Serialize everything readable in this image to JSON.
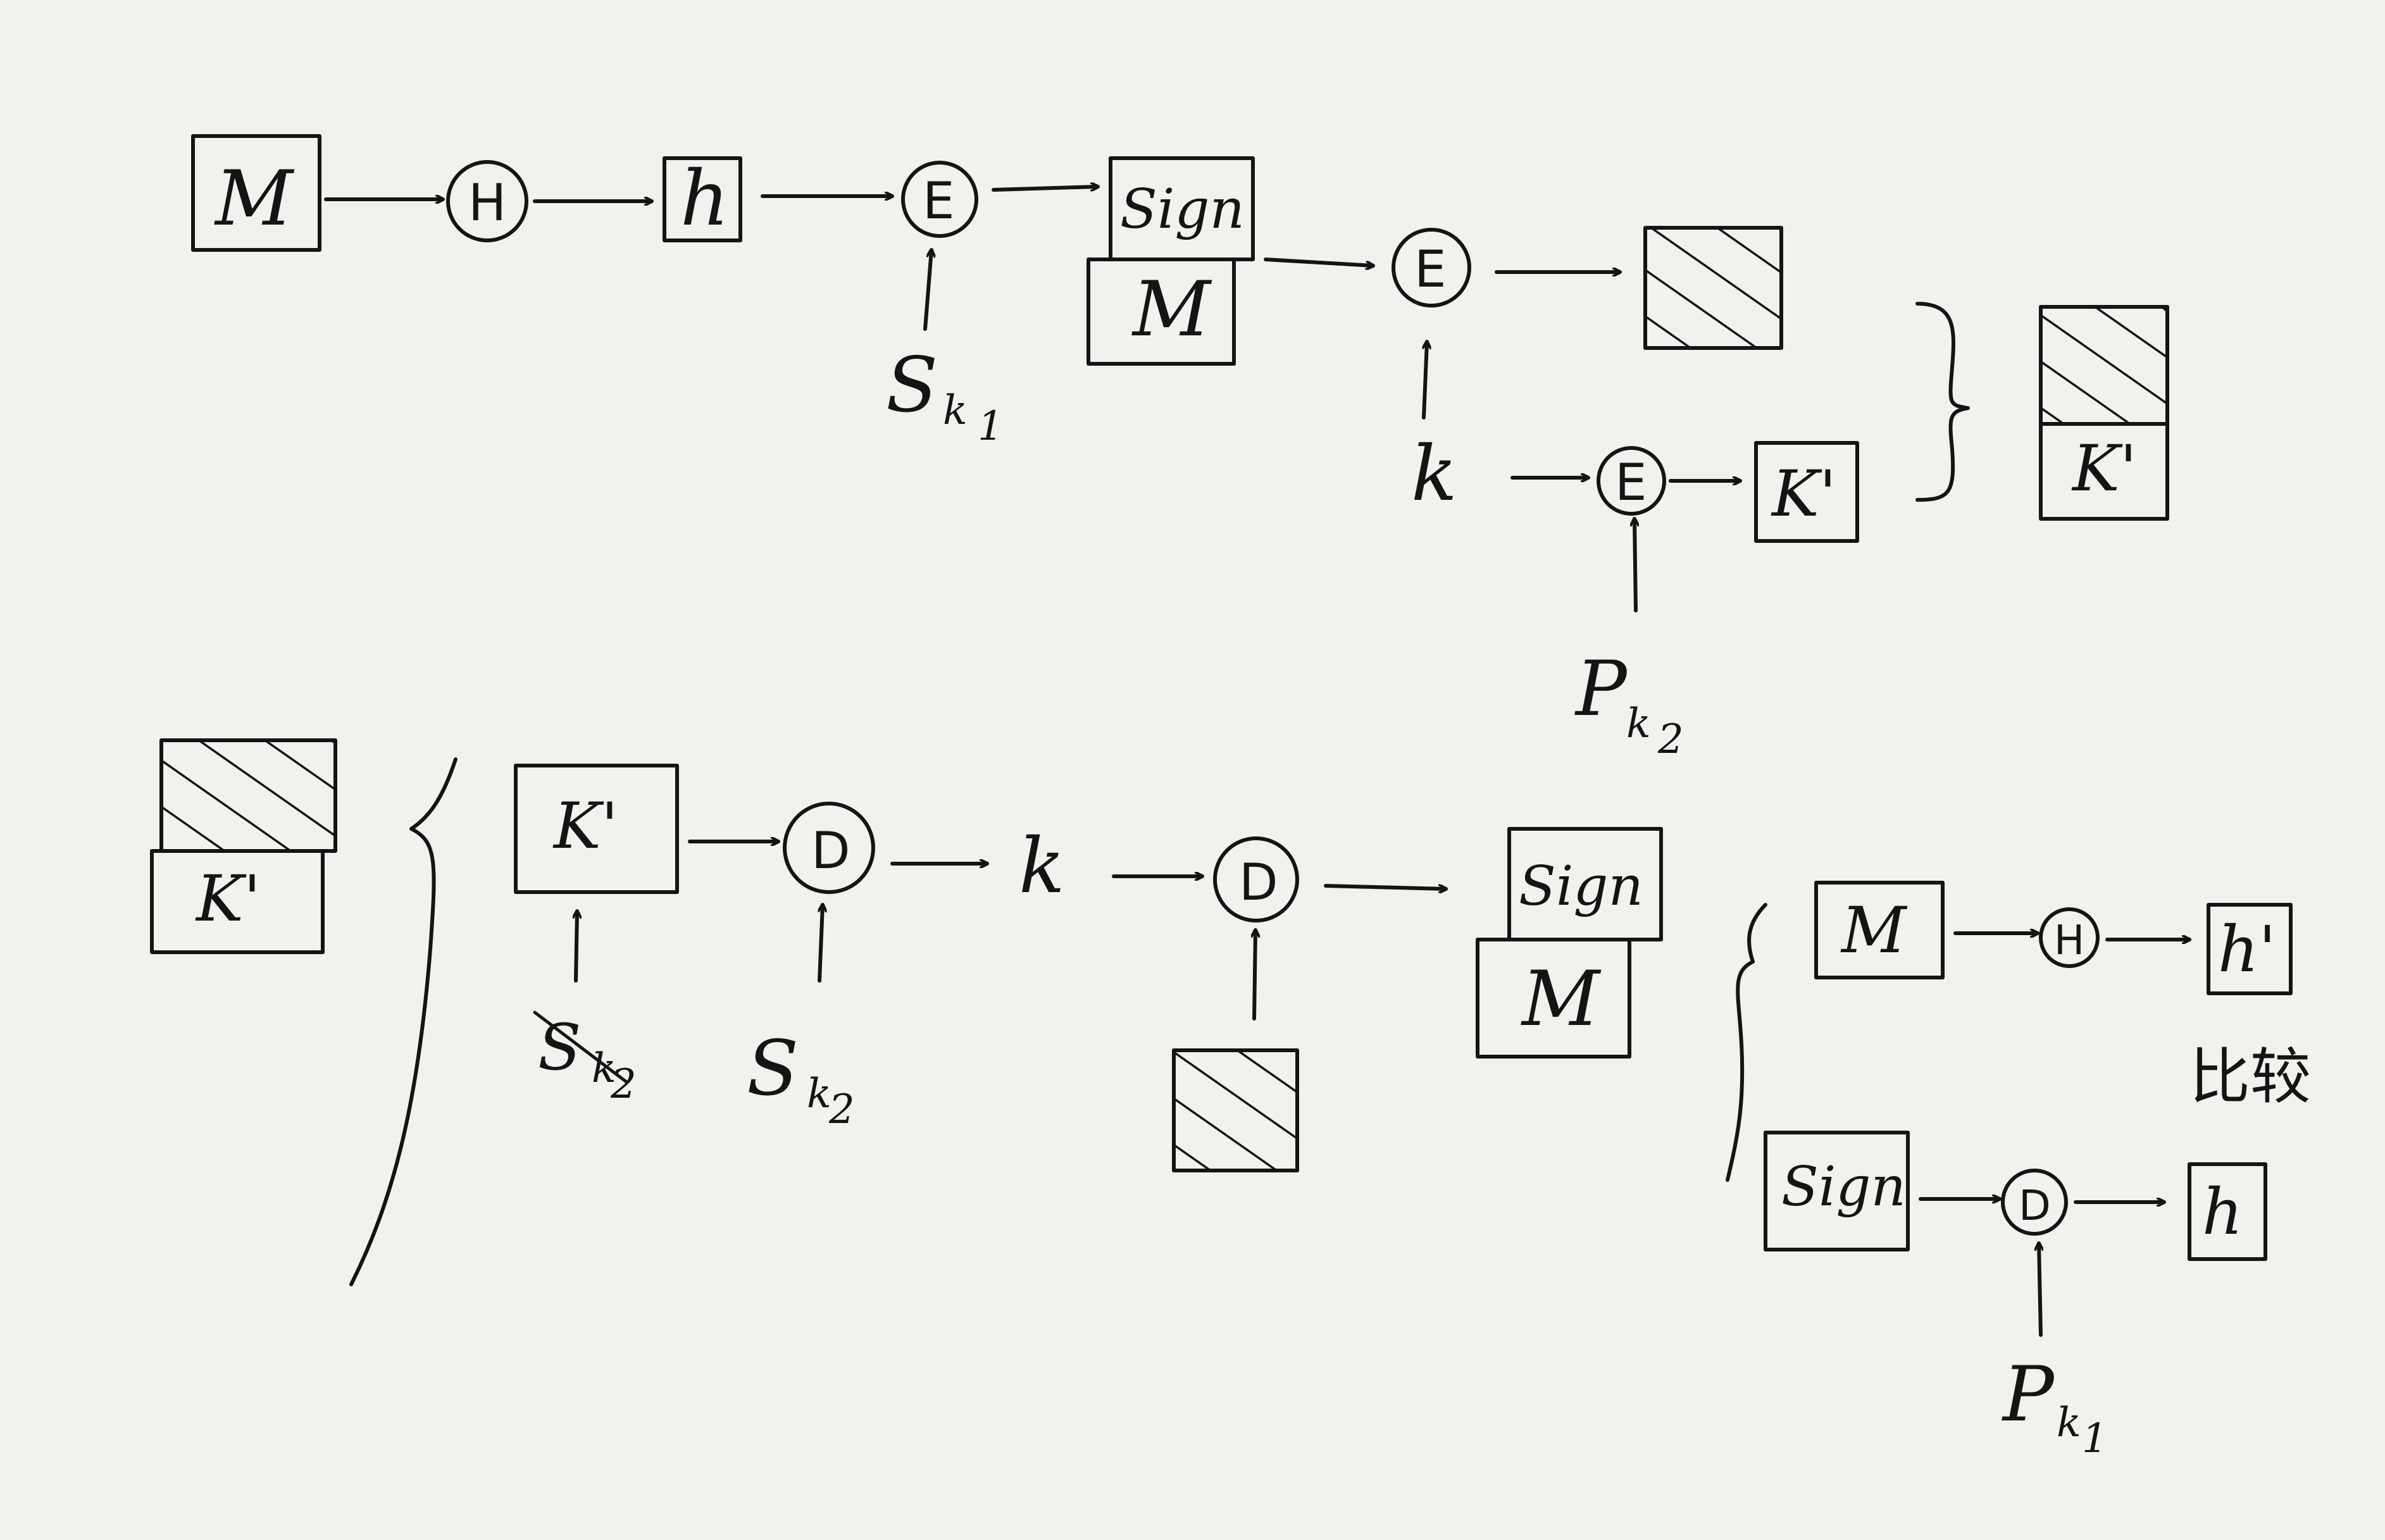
{
  "labels": {
    "M": "M",
    "h": "h",
    "h_prime": "h'",
    "sign": "Sign",
    "k": "k",
    "k_prime": "K'",
    "s": "S",
    "p": "P",
    "sub_1": "1",
    "sub_2": "2",
    "compare": "比较"
  },
  "ops": {
    "hash": "H",
    "encrypt": "E",
    "decrypt": "D"
  },
  "colors": {
    "ink": "#141414",
    "paper": "#f2f1ee"
  }
}
